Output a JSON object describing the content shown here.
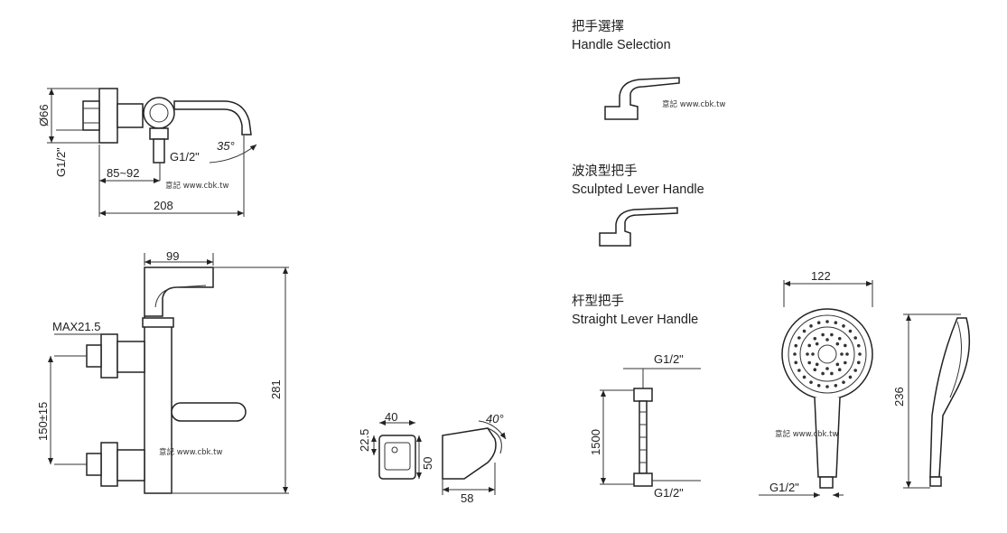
{
  "handles": {
    "title_zh": "把手選擇",
    "title_en": "Handle Selection",
    "sculpted_zh": "波浪型把手",
    "sculpted_en": "Sculpted Lever Handle",
    "straight_zh": "杆型把手",
    "straight_en": "Straight Lever Handle"
  },
  "watermark": "意記 www.cbk.tw",
  "top_view": {
    "dia": "Ø66",
    "thread_left": "G1/2\"",
    "thread_bottom": "G1/2\"",
    "angle": "35°",
    "range": "85~92",
    "length": "208"
  },
  "front_view": {
    "width": "99",
    "max": "MAX21.5",
    "spacing": "150±15",
    "height": "281"
  },
  "holder": {
    "w": "40",
    "h1": "22.5",
    "h2": "50",
    "depth": "58",
    "angle": "40°"
  },
  "hose": {
    "top": "G1/2\"",
    "length": "1500",
    "bottom": "G1/2\""
  },
  "shower_head": {
    "width": "122",
    "length": "236",
    "thread": "G1/2\""
  }
}
